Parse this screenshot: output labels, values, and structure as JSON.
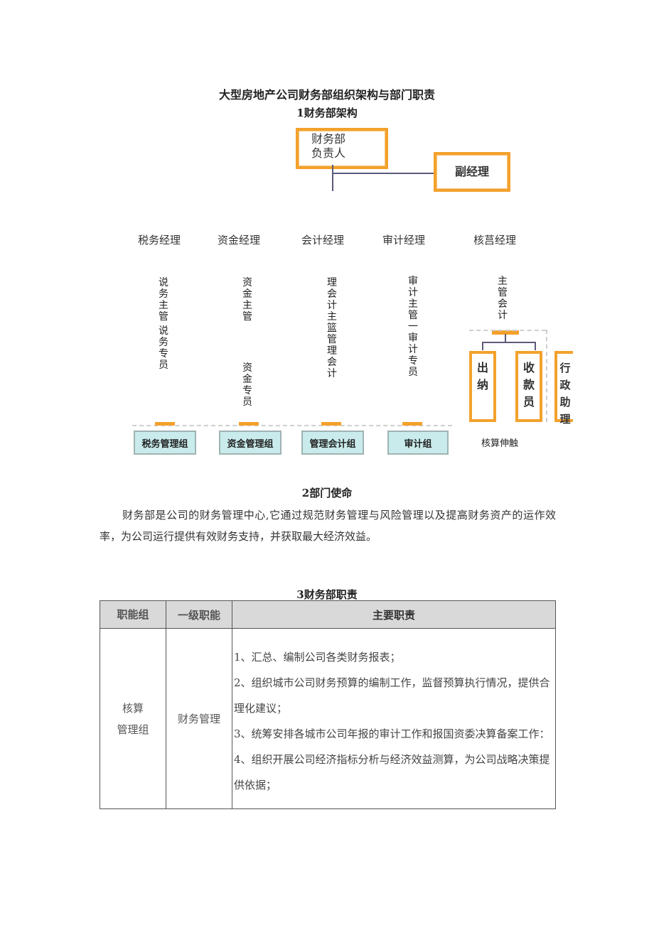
{
  "doc": {
    "title": "大型房地产公司财务部组织架构与部门职责",
    "section1_title": "1财务部架构"
  },
  "org": {
    "head": [
      "财务部",
      "负责人"
    ],
    "deputy": "副经理",
    "managers": [
      "税务经理",
      "资金经理",
      "会计经理",
      "审计经理",
      "核莒经理"
    ],
    "columns": {
      "tax": [
        "说务主管",
        "说务专员"
      ],
      "fund": [
        "资金主管",
        "资金专员"
      ],
      "accounting": [
        "理会计主篮",
        "管理会计"
      ],
      "audit": [
        "审计主管一",
        "审计专员"
      ],
      "core": "主管会计"
    },
    "sub_boxes": [
      "出纳",
      "收款员",
      "行政助理"
    ],
    "groups": [
      "税务管理组",
      "资金管理组",
      "管理会计组",
      "审计组"
    ],
    "core_group_label": "核算伸触"
  },
  "section2": {
    "title": "2部门使命",
    "paragraph": "财务部是公司的财务管理中心,它通过规范财务管理与风险管理以及提高财务资产的运作效率，为公司运行提供有效财务支持，并获取最大经济效益。"
  },
  "section3": {
    "title": "3财务部职责",
    "headers": [
      "职能组",
      "一级职能",
      "主要职责"
    ],
    "rows": [
      {
        "group_line1": "核算",
        "group_line2": "管理组",
        "function": "财务管理",
        "duties": [
          "1、汇总、编制公司各类财务报表；",
          "2、组织城市公司财务预算的编制工作，监督预算执行情况，提供合理化建议；",
          "3、统筹安排各城市公司年报的审计工作和报国资委决算备案工作：",
          "4、组织开展公司经济指标分析与经济效益测算，为公司战略决策提供依据；"
        ]
      }
    ]
  },
  "colors": {
    "orange": "#f3a12c",
    "teal": "#c9ebeb",
    "header_gray": "#d9d9d9"
  }
}
